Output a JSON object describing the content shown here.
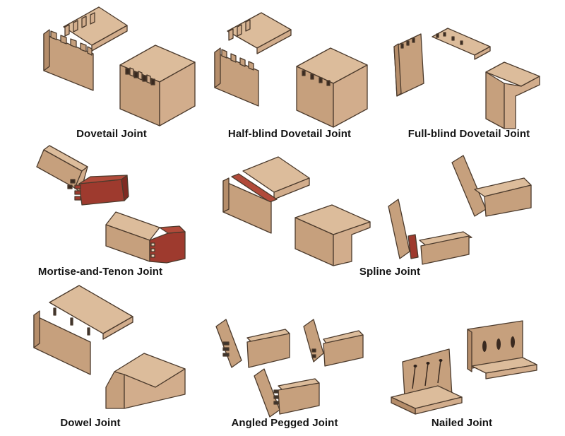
{
  "joints": [
    {
      "label": "Dovetail Joint"
    },
    {
      "label": "Half-blind Dovetail Joint"
    },
    {
      "label": "Full-blind Dovetail Joint"
    },
    {
      "label": "Mortise-and-Tenon Joint"
    },
    {
      "label": "Spline Joint"
    },
    {
      "label": "Dowel Joint"
    },
    {
      "label": "Angled Pegged Joint"
    },
    {
      "label": "Nailed Joint"
    }
  ],
  "colors": {
    "wood": "#d2ad8c",
    "wood_edge": "#4b3a2c",
    "tenon_red": "#9e3a2e",
    "caption_text": "#141414",
    "background": "#ffffff"
  }
}
